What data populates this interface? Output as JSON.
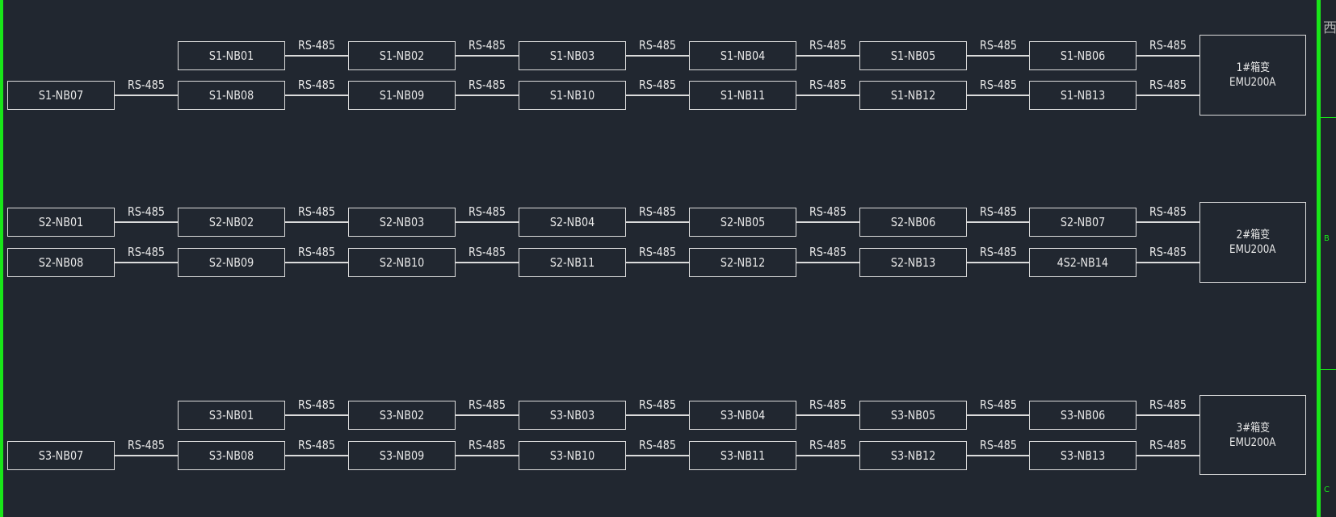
{
  "link_label": "RS-485",
  "groups": [
    {
      "top": [
        null,
        "S1-NB01",
        "S1-NB02",
        "S1-NB03",
        "S1-NB04",
        "S1-NB05",
        "S1-NB06"
      ],
      "bottom": [
        "S1-NB07",
        "S1-NB08",
        "S1-NB09",
        "S1-NB10",
        "S1-NB11",
        "S1-NB12",
        "S1-NB13"
      ],
      "device": {
        "name": "1#箱变",
        "model": "EMU200A"
      }
    },
    {
      "top": [
        "S2-NB01",
        "S2-NB02",
        "S2-NB03",
        "S2-NB04",
        "S2-NB05",
        "S2-NB06",
        "S2-NB07"
      ],
      "bottom": [
        "S2-NB08",
        "S2-NB09",
        "S2-NB10",
        "S2-NB11",
        "S2-NB12",
        "S2-NB13",
        "4S2-NB14"
      ],
      "device": {
        "name": "2#箱变",
        "model": "EMU200A"
      }
    },
    {
      "top": [
        null,
        "S3-NB01",
        "S3-NB02",
        "S3-NB03",
        "S3-NB04",
        "S3-NB05",
        "S3-NB06"
      ],
      "bottom": [
        "S3-NB07",
        "S3-NB08",
        "S3-NB09",
        "S3-NB10",
        "S3-NB11",
        "S3-NB12",
        "S3-NB13"
      ],
      "device": {
        "name": "3#箱变",
        "model": "EMU200A"
      }
    }
  ],
  "side_panel": {
    "corner_char": "西",
    "zones": [
      "B",
      "C"
    ]
  }
}
